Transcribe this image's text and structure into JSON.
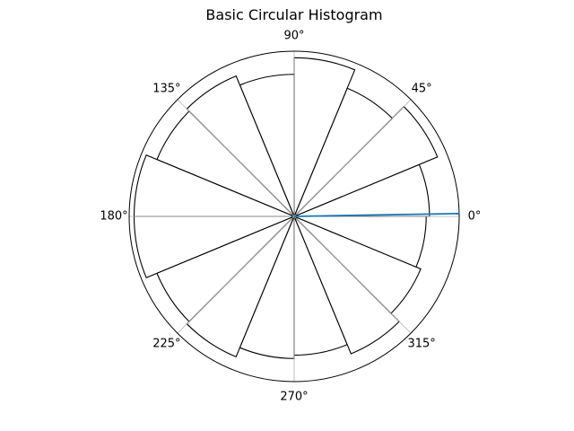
{
  "chart_data": {
    "type": "bar",
    "polar": true,
    "title": "Basic Circular Histogram",
    "angular_ticks": [
      "0°",
      "45°",
      "90°",
      "135°",
      "180°",
      "225°",
      "270°",
      "315°"
    ],
    "angular_tick_degrees": [
      0,
      45,
      90,
      135,
      180,
      225,
      270,
      315
    ],
    "bin_width_degrees": 22.5,
    "bins": [
      {
        "start_deg": 0,
        "value": 0.82
      },
      {
        "start_deg": 22.5,
        "value": 0.94
      },
      {
        "start_deg": 45,
        "value": 0.84
      },
      {
        "start_deg": 67.5,
        "value": 0.96
      },
      {
        "start_deg": 90,
        "value": 0.86
      },
      {
        "start_deg": 112.5,
        "value": 0.92
      },
      {
        "start_deg": 135,
        "value": 0.9
      },
      {
        "start_deg": 157.5,
        "value": 0.97
      },
      {
        "start_deg": 180,
        "value": 0.97
      },
      {
        "start_deg": 202.5,
        "value": 0.9
      },
      {
        "start_deg": 225,
        "value": 0.92
      },
      {
        "start_deg": 247.5,
        "value": 0.86
      },
      {
        "start_deg": 270,
        "value": 0.84
      },
      {
        "start_deg": 292.5,
        "value": 0.9
      },
      {
        "start_deg": 315,
        "value": 0.83
      },
      {
        "start_deg": 337.5,
        "value": 0.8
      }
    ],
    "rlim": [
      0,
      1
    ],
    "mean_direction_deg": 1,
    "mean_line_color": "#1f77b4",
    "bar_edge_color": "#000000",
    "bar_fill_color": "#ffffff",
    "grid": true,
    "radial_tick_labels": false
  }
}
